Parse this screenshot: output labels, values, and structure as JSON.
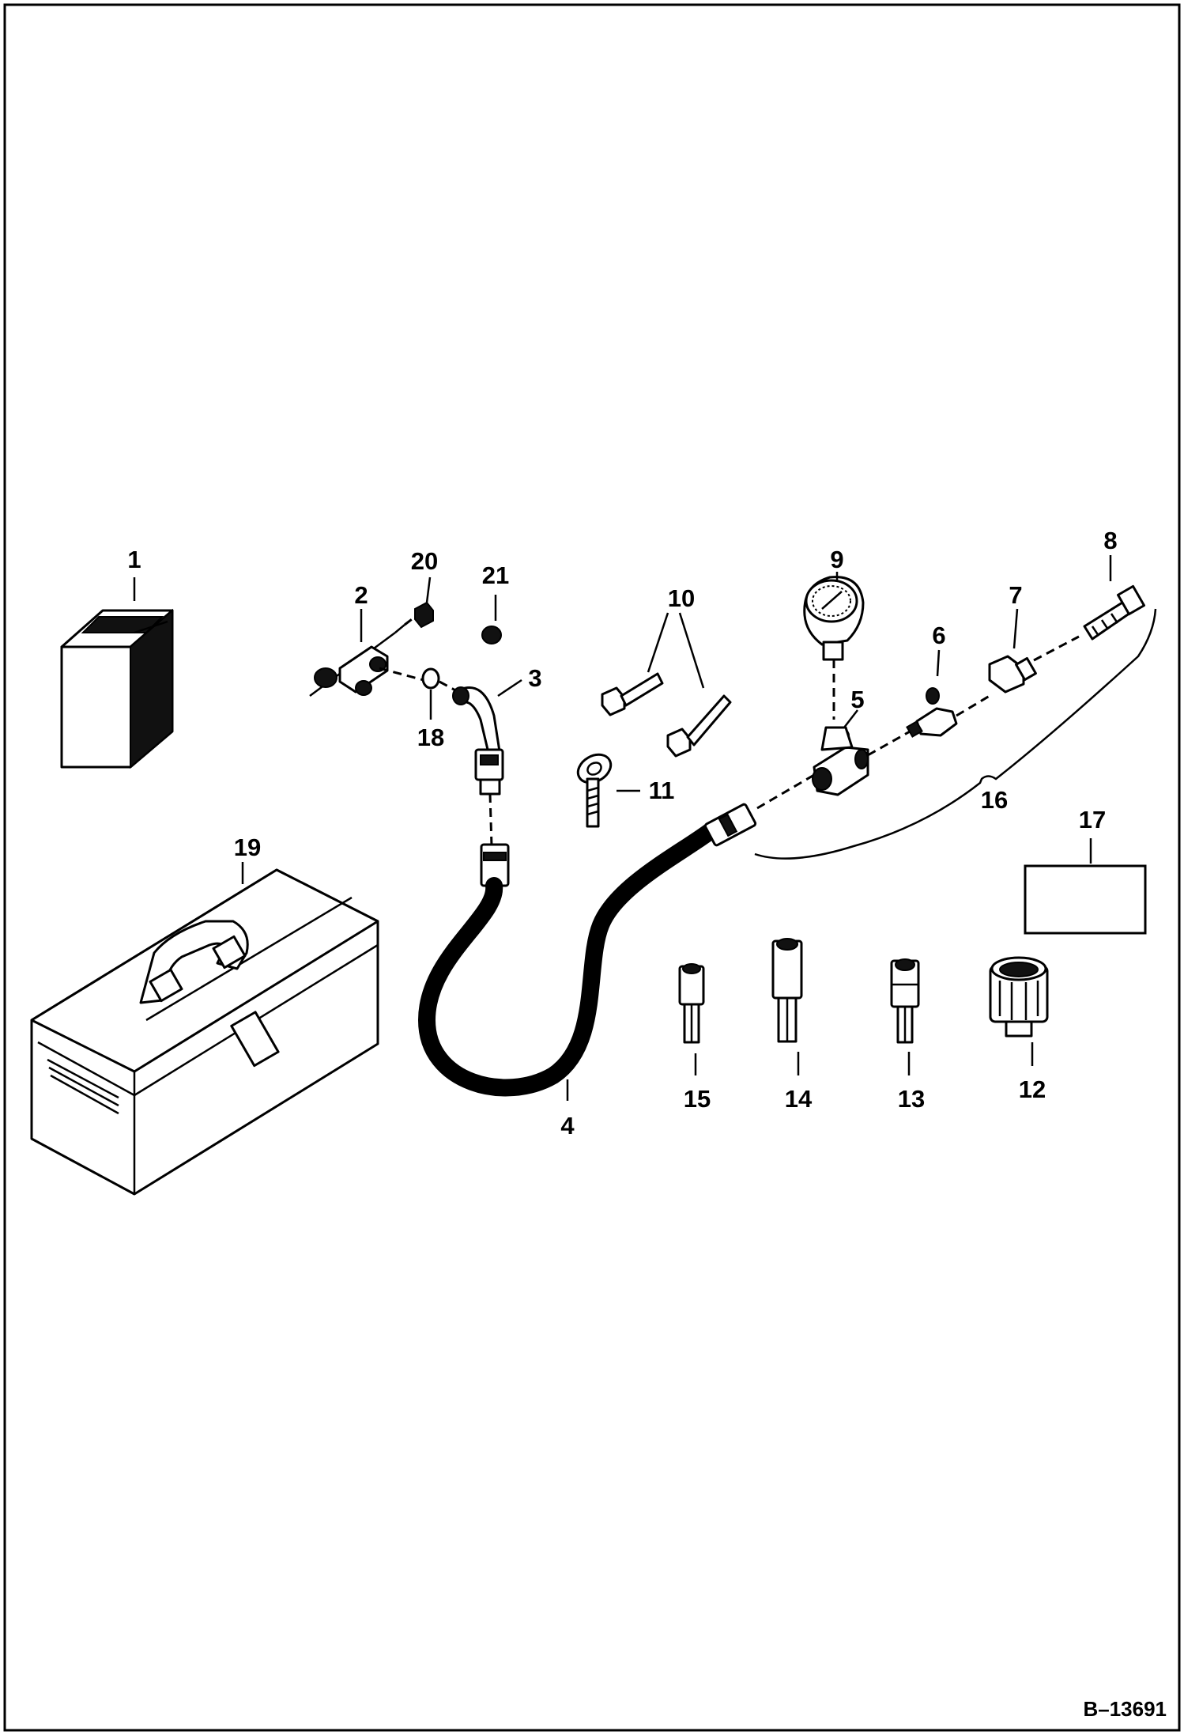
{
  "drawing_code": "B–13691",
  "callouts": [
    "1",
    "2",
    "3",
    "4",
    "5",
    "6",
    "7",
    "8",
    "9",
    "10",
    "11",
    "12",
    "13",
    "14",
    "15",
    "16",
    "17",
    "18",
    "19",
    "20",
    "21"
  ]
}
